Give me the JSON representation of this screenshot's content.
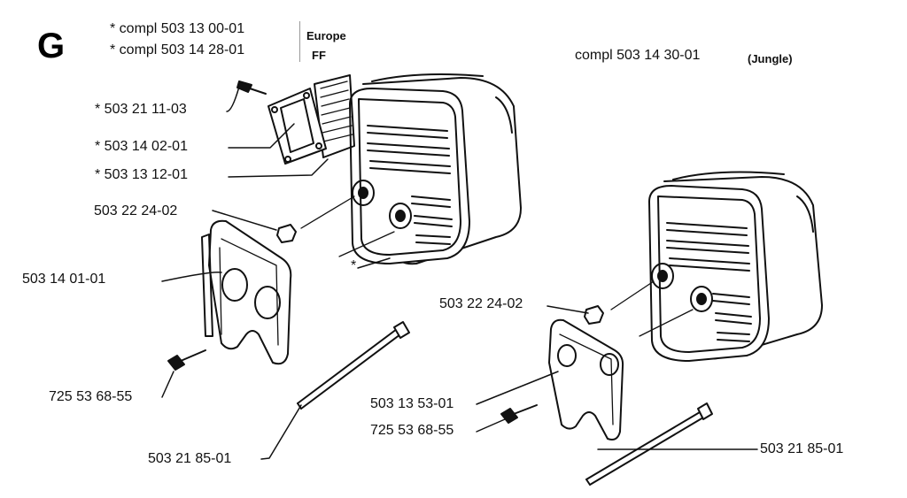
{
  "section_letter": "G",
  "kits": {
    "kit1": "* compl 503 13 00-01",
    "kit2": "* compl 503 14 28-01",
    "europe": "Europe",
    "ff": "FF",
    "jungle_code": "compl 503 14 30-01",
    "jungle_tag": "(Jungle)"
  },
  "left_assembly": {
    "screw": "* 503 21 11-03",
    "cover": "* 503 14 02-01",
    "screen": "* 503 13 12-01",
    "nut": "503 22 24-02",
    "gasket": "503 14 01-01",
    "bolt": "725 53 68-55",
    "stud": "503 21 85-01",
    "muffler_star": "*"
  },
  "right_assembly": {
    "nut": "503 22 24-02",
    "gasket": "503 13 53-01",
    "bolt": "725 53 68-55",
    "stud": "503 21 85-01"
  }
}
